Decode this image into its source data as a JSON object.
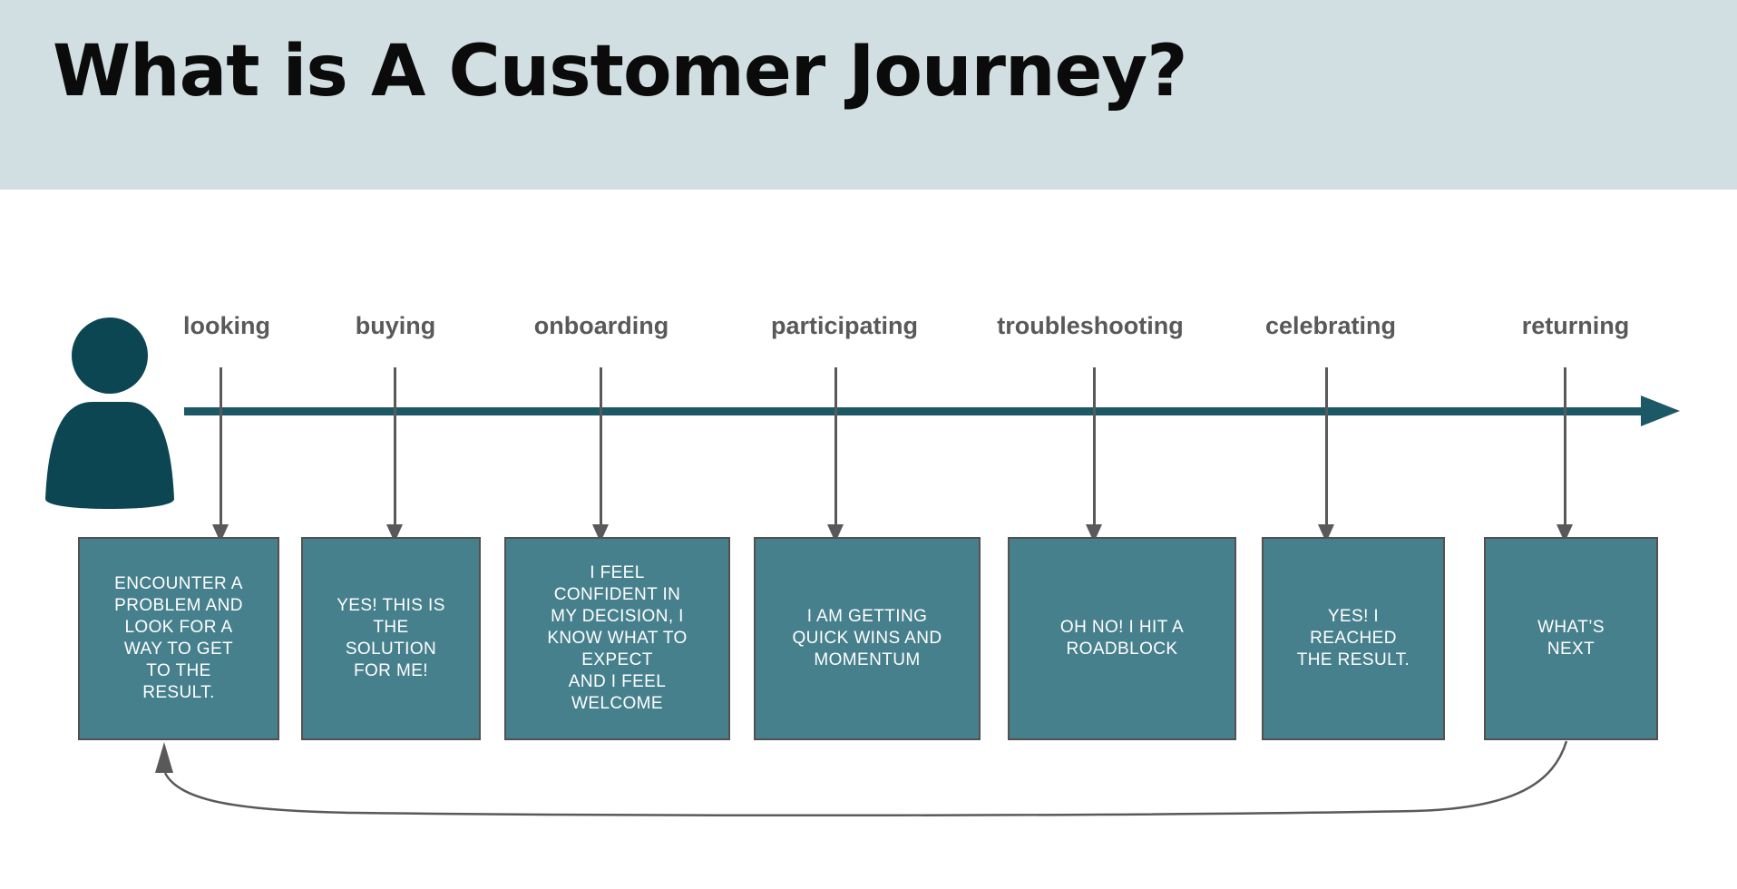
{
  "header": {
    "title": "What is A Customer Journey?"
  },
  "stages": [
    {
      "label": "looking",
      "message": "ENCOUNTER A\nPROBLEM AND\nLOOK FOR A\nWAY TO GET\nTO THE\nRESULT."
    },
    {
      "label": "buying",
      "message": "YES! THIS IS\nTHE\nSOLUTION\nFOR ME!"
    },
    {
      "label": "onboarding",
      "message": "I FEEL\nCONFIDENT  IN\nMY DECISION, I\nKNOW WHAT TO\nEXPECT\nAND I FEEL\nWELCOME"
    },
    {
      "label": "participating",
      "message": "I AM GETTING\nQUICK WINS AND\nMOMENTUM"
    },
    {
      "label": "troubleshooting",
      "message": "OH NO! I HIT A\nROADBLOCK"
    },
    {
      "label": "celebrating",
      "message": "YES! I\nREACHED\nTHE RESULT."
    },
    {
      "label": "returning",
      "message": "WHAT’S\nNEXT"
    }
  ],
  "icons": {
    "person": "person-icon",
    "timeline": "right-arrow-icon",
    "connector": "down-arrow-icon",
    "loop": "return-loop-arrow-icon"
  },
  "colors": {
    "header_band": "#d2dfe2",
    "title_text": "#0b0b0b",
    "timeline_teal": "#1d5866",
    "person_teal": "#0d4653",
    "box_fill": "#47808d",
    "box_border": "#54504f",
    "box_text": "#ffffff",
    "label_gray": "#595959"
  }
}
